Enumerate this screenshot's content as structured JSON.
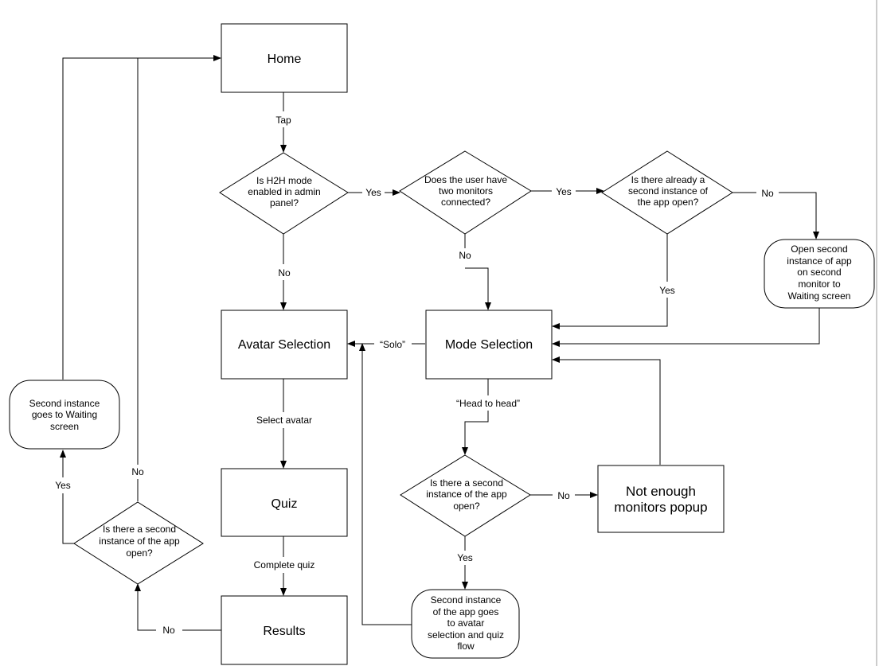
{
  "nodes": {
    "home": {
      "label": [
        "Home"
      ]
    },
    "h2h_decision": {
      "label": [
        "Is H2H mode",
        "enabled in admin",
        "panel?"
      ]
    },
    "monitors_decision": {
      "label": [
        "Does the user have",
        "two monitors",
        "connected?"
      ]
    },
    "instance_open_decision": {
      "label": [
        "Is there already a",
        "second instance of",
        "the app open?"
      ]
    },
    "open_second_instance": {
      "label": [
        "Open second",
        "instance of app",
        "on second",
        "monitor to",
        "Waiting screen"
      ]
    },
    "avatar_selection": {
      "label": [
        "Avatar Selection"
      ]
    },
    "mode_selection": {
      "label": [
        "Mode Selection"
      ]
    },
    "quiz": {
      "label": [
        "Quiz"
      ]
    },
    "results": {
      "label": [
        "Results"
      ]
    },
    "second_waiting": {
      "label": [
        "Second instance",
        "goes to Waiting",
        "screen"
      ]
    },
    "left_instance_decision": {
      "label": [
        "Is there a second",
        "instance of the app",
        "open?"
      ]
    },
    "h2h_instance_decision": {
      "label": [
        "Is there a second",
        "instance of the app",
        "open?"
      ]
    },
    "not_enough_popup": {
      "label": [
        "Not enough",
        "monitors popup"
      ]
    },
    "second_goes_avatar": {
      "label": [
        "Second instance",
        "of the app goes",
        "to avatar",
        "selection and quiz",
        "flow"
      ]
    }
  },
  "edges": {
    "tap": "Tap",
    "h2h_yes": "Yes",
    "h2h_no": "No",
    "monitors_yes": "Yes",
    "monitors_no": "No",
    "instance_no": "No",
    "instance_yes": "Yes",
    "solo": "“Solo”",
    "head_to_head": "“Head to head”",
    "select_avatar": "Select avatar",
    "complete_quiz": "Complete quiz",
    "results_no": "No",
    "left_yes": "Yes",
    "left_no": "No",
    "h2h_instance_no": "No",
    "h2h_instance_yes": "Yes"
  }
}
